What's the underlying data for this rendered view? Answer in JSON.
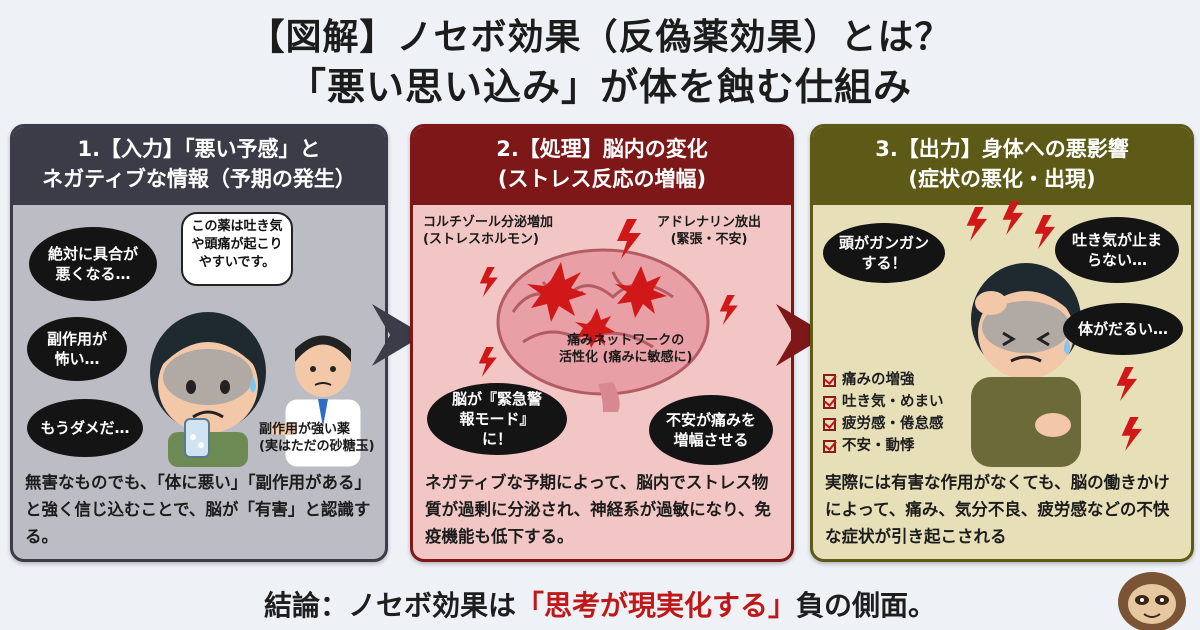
{
  "title": {
    "line1": "【図解】ノセボ効果（反偽薬効果）とは？",
    "line2": "「悪い思い込み」が体を蝕む仕組み"
  },
  "panel1": {
    "header_line1": "1.【入力】「悪い予感」と",
    "header_line2": "ネガティブな情報（予期の発生）",
    "bubble_1": "絶対に具合が悪くなる…",
    "bubble_2": "副作用が怖い…",
    "bubble_3": "もうダメだ…",
    "doctor_bubble": "この薬は吐き気や頭痛が起こりやすいです。",
    "pill_label_line1": "副作用が強い薬",
    "pill_label_line2": "(実はただの砂糖玉)",
    "description": "無害なものでも、「体に悪い」「副作用がある」と強く信じ込むことで、脳が「有害」と認識する。"
  },
  "panel2": {
    "header_line1": "2.【処理】脳内の変化",
    "header_line2": "(ストレス反応の増幅)",
    "label_cortisol_line1": "コルチゾール分泌増加",
    "label_cortisol_line2": "(ストレスホルモン)",
    "label_adrenaline_line1": "アドレナリン放出",
    "label_adrenaline_line2": "(緊張・不安)",
    "label_network_line1": "痛みネットワークの",
    "label_network_line2": "活性化 (痛みに敏感に)",
    "bubble_alarm": "脳が『緊急警報モード』に！",
    "bubble_anxiety": "不安が痛みを増幅させる",
    "description": "ネガティブな予期によって、脳内でストレス物質が過剰に分泌され、神経系が過敏になり、免疫機能も低下する。"
  },
  "panel3": {
    "header_line1": "3.【出力】身体への悪影響",
    "header_line2": "(症状の悪化・出現)",
    "bubble_head": "頭がガンガンする！",
    "bubble_nausea": "吐き気が止まらない…",
    "bubble_tired": "体がだるい…",
    "symptoms": [
      "痛みの増強",
      "吐き気・めまい",
      "疲労感・倦怠感",
      "不安・動悸"
    ],
    "description": "実際には有害な作用がなくても、脳の働きかけによって、痛み、気分不良、疲労感などの不快な症状が引き起こされる"
  },
  "conclusion": {
    "prefix": "結論：ノセボ効果は",
    "highlight": "「思考が現実化する」",
    "suffix": "負の側面。"
  },
  "colors": {
    "panel1_dark": "#3c3c48",
    "panel2_dark": "#7e1818",
    "panel3_dark": "#5d5a18",
    "highlight_red": "#c01818"
  }
}
